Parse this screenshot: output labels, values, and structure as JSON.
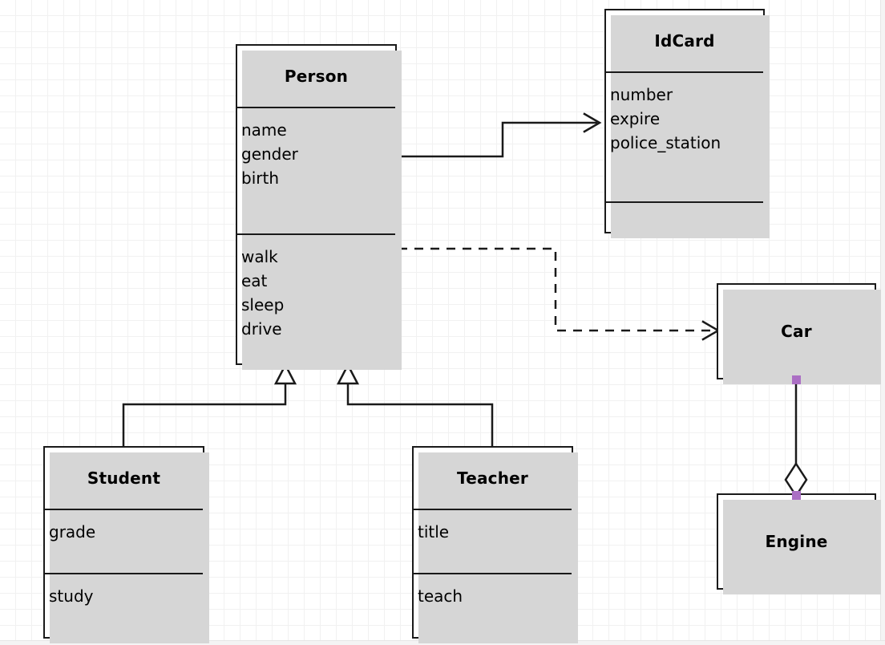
{
  "diagram": {
    "kind": "uml-class-diagram",
    "background": "#ffffff",
    "grid_color": "#f1f1f1",
    "line_color": "#1a1a1a",
    "handle_color": "#ab6fc4"
  },
  "classes": {
    "person": {
      "name": "Person",
      "attributes": "name\ngender\nbirth",
      "operations": "walk\neat\nsleep\ndrive"
    },
    "idcard": {
      "name": "IdCard",
      "attributes": "number\nexpire\npolice_station",
      "operations": ""
    },
    "car": {
      "name": "Car"
    },
    "engine": {
      "name": "Engine"
    },
    "student": {
      "name": "Student",
      "attributes": "grade",
      "operations": "study"
    },
    "teacher": {
      "name": "Teacher",
      "attributes": "title",
      "operations": "teach"
    }
  },
  "relationships": [
    {
      "id": "person-idcard",
      "type": "association",
      "from": "Person",
      "to": "IdCard",
      "line": "solid",
      "arrow": "open-arrow"
    },
    {
      "id": "person-car",
      "type": "dependency",
      "from": "Person",
      "to": "Car",
      "line": "dashed",
      "arrow": "open-arrow"
    },
    {
      "id": "student-person",
      "type": "generalization",
      "from": "Student",
      "to": "Person",
      "line": "solid",
      "arrow": "hollow-triangle"
    },
    {
      "id": "teacher-person",
      "type": "generalization",
      "from": "Teacher",
      "to": "Person",
      "line": "solid",
      "arrow": "hollow-triangle"
    },
    {
      "id": "car-engine",
      "type": "aggregation",
      "from": "Car",
      "to": "Engine",
      "line": "solid",
      "arrow": "hollow-diamond"
    }
  ]
}
